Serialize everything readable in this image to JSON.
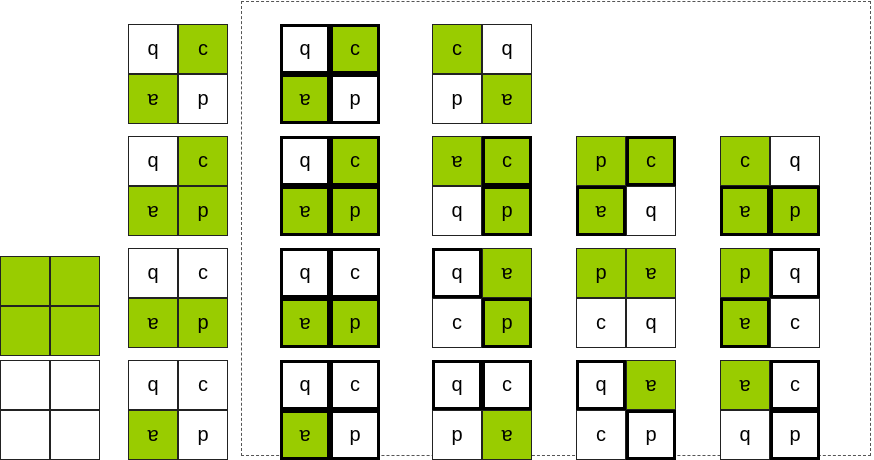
{
  "colors": {
    "on": "#99cc00",
    "off": "#ffffff",
    "line": "#222222",
    "frame": "#555555"
  },
  "legend": [
    {
      "id": "all-green",
      "cells": [
        {
          "on": true,
          "label": ""
        },
        {
          "on": true,
          "label": ""
        },
        {
          "on": true,
          "label": ""
        },
        {
          "on": true,
          "label": ""
        }
      ]
    },
    {
      "id": "all-white",
      "cells": [
        {
          "on": false,
          "label": ""
        },
        {
          "on": false,
          "label": ""
        },
        {
          "on": false,
          "label": ""
        },
        {
          "on": false,
          "label": ""
        }
      ]
    }
  ],
  "base_patterns": [
    {
      "cells": [
        {
          "label": "q",
          "on": false
        },
        {
          "label": "c",
          "on": true
        },
        {
          "label": "ɐ",
          "on": true
        },
        {
          "label": "p",
          "on": false
        }
      ]
    },
    {
      "cells": [
        {
          "label": "q",
          "on": false
        },
        {
          "label": "c",
          "on": true
        },
        {
          "label": "ɐ",
          "on": true
        },
        {
          "label": "p",
          "on": true
        }
      ]
    },
    {
      "cells": [
        {
          "label": "q",
          "on": false
        },
        {
          "label": "c",
          "on": false
        },
        {
          "label": "ɐ",
          "on": true
        },
        {
          "label": "p",
          "on": true
        }
      ]
    },
    {
      "cells": [
        {
          "label": "q",
          "on": false
        },
        {
          "label": "c",
          "on": false
        },
        {
          "label": "ɐ",
          "on": true
        },
        {
          "label": "p",
          "on": false
        }
      ]
    }
  ],
  "variants": [
    [
      {
        "cells": [
          {
            "label": "q",
            "on": false,
            "thick": true
          },
          {
            "label": "c",
            "on": true,
            "thick": true
          },
          {
            "label": "ɐ",
            "on": true,
            "thick": true
          },
          {
            "label": "p",
            "on": false,
            "thick": true
          }
        ]
      },
      {
        "cells": [
          {
            "label": "c",
            "on": true,
            "thick": false
          },
          {
            "label": "q",
            "on": false,
            "thick": false
          },
          {
            "label": "p",
            "on": false,
            "thick": false
          },
          {
            "label": "ɐ",
            "on": true,
            "thick": false
          }
        ]
      }
    ],
    [
      {
        "cells": [
          {
            "label": "q",
            "on": false,
            "thick": true
          },
          {
            "label": "c",
            "on": true,
            "thick": true
          },
          {
            "label": "ɐ",
            "on": true,
            "thick": true
          },
          {
            "label": "p",
            "on": true,
            "thick": true
          }
        ]
      },
      {
        "cells": [
          {
            "label": "ɐ",
            "on": true,
            "thick": false
          },
          {
            "label": "c",
            "on": true,
            "thick": true
          },
          {
            "label": "q",
            "on": false,
            "thick": false
          },
          {
            "label": "p",
            "on": true,
            "thick": true
          }
        ]
      },
      {
        "cells": [
          {
            "label": "p",
            "on": true,
            "thick": false
          },
          {
            "label": "c",
            "on": true,
            "thick": true
          },
          {
            "label": "ɐ",
            "on": true,
            "thick": true
          },
          {
            "label": "q",
            "on": false,
            "thick": false
          }
        ]
      },
      {
        "cells": [
          {
            "label": "c",
            "on": true,
            "thick": false
          },
          {
            "label": "q",
            "on": false,
            "thick": false
          },
          {
            "label": "ɐ",
            "on": true,
            "thick": true
          },
          {
            "label": "p",
            "on": true,
            "thick": true
          }
        ]
      }
    ],
    [
      {
        "cells": [
          {
            "label": "q",
            "on": false,
            "thick": true
          },
          {
            "label": "c",
            "on": false,
            "thick": true
          },
          {
            "label": "ɐ",
            "on": true,
            "thick": true
          },
          {
            "label": "p",
            "on": true,
            "thick": true
          }
        ]
      },
      {
        "cells": [
          {
            "label": "q",
            "on": false,
            "thick": true
          },
          {
            "label": "ɐ",
            "on": true,
            "thick": false
          },
          {
            "label": "c",
            "on": false,
            "thick": false
          },
          {
            "label": "p",
            "on": true,
            "thick": true
          }
        ]
      },
      {
        "cells": [
          {
            "label": "p",
            "on": true,
            "thick": false
          },
          {
            "label": "ɐ",
            "on": true,
            "thick": false
          },
          {
            "label": "c",
            "on": false,
            "thick": false
          },
          {
            "label": "q",
            "on": false,
            "thick": false
          }
        ]
      },
      {
        "cells": [
          {
            "label": "p",
            "on": true,
            "thick": false
          },
          {
            "label": "q",
            "on": false,
            "thick": true
          },
          {
            "label": "ɐ",
            "on": true,
            "thick": true
          },
          {
            "label": "c",
            "on": false,
            "thick": false
          }
        ]
      }
    ],
    [
      {
        "cells": [
          {
            "label": "q",
            "on": false,
            "thick": true
          },
          {
            "label": "c",
            "on": false,
            "thick": true
          },
          {
            "label": "ɐ",
            "on": true,
            "thick": true
          },
          {
            "label": "p",
            "on": false,
            "thick": true
          }
        ]
      },
      {
        "cells": [
          {
            "label": "q",
            "on": false,
            "thick": true
          },
          {
            "label": "c",
            "on": false,
            "thick": true
          },
          {
            "label": "p",
            "on": false,
            "thick": false
          },
          {
            "label": "ɐ",
            "on": true,
            "thick": false
          }
        ]
      },
      {
        "cells": [
          {
            "label": "q",
            "on": false,
            "thick": true
          },
          {
            "label": "ɐ",
            "on": true,
            "thick": false
          },
          {
            "label": "c",
            "on": false,
            "thick": false
          },
          {
            "label": "p",
            "on": false,
            "thick": true
          }
        ]
      },
      {
        "cells": [
          {
            "label": "ɐ",
            "on": true,
            "thick": false
          },
          {
            "label": "c",
            "on": false,
            "thick": true
          },
          {
            "label": "q",
            "on": false,
            "thick": false
          },
          {
            "label": "p",
            "on": false,
            "thick": true
          }
        ]
      }
    ]
  ]
}
